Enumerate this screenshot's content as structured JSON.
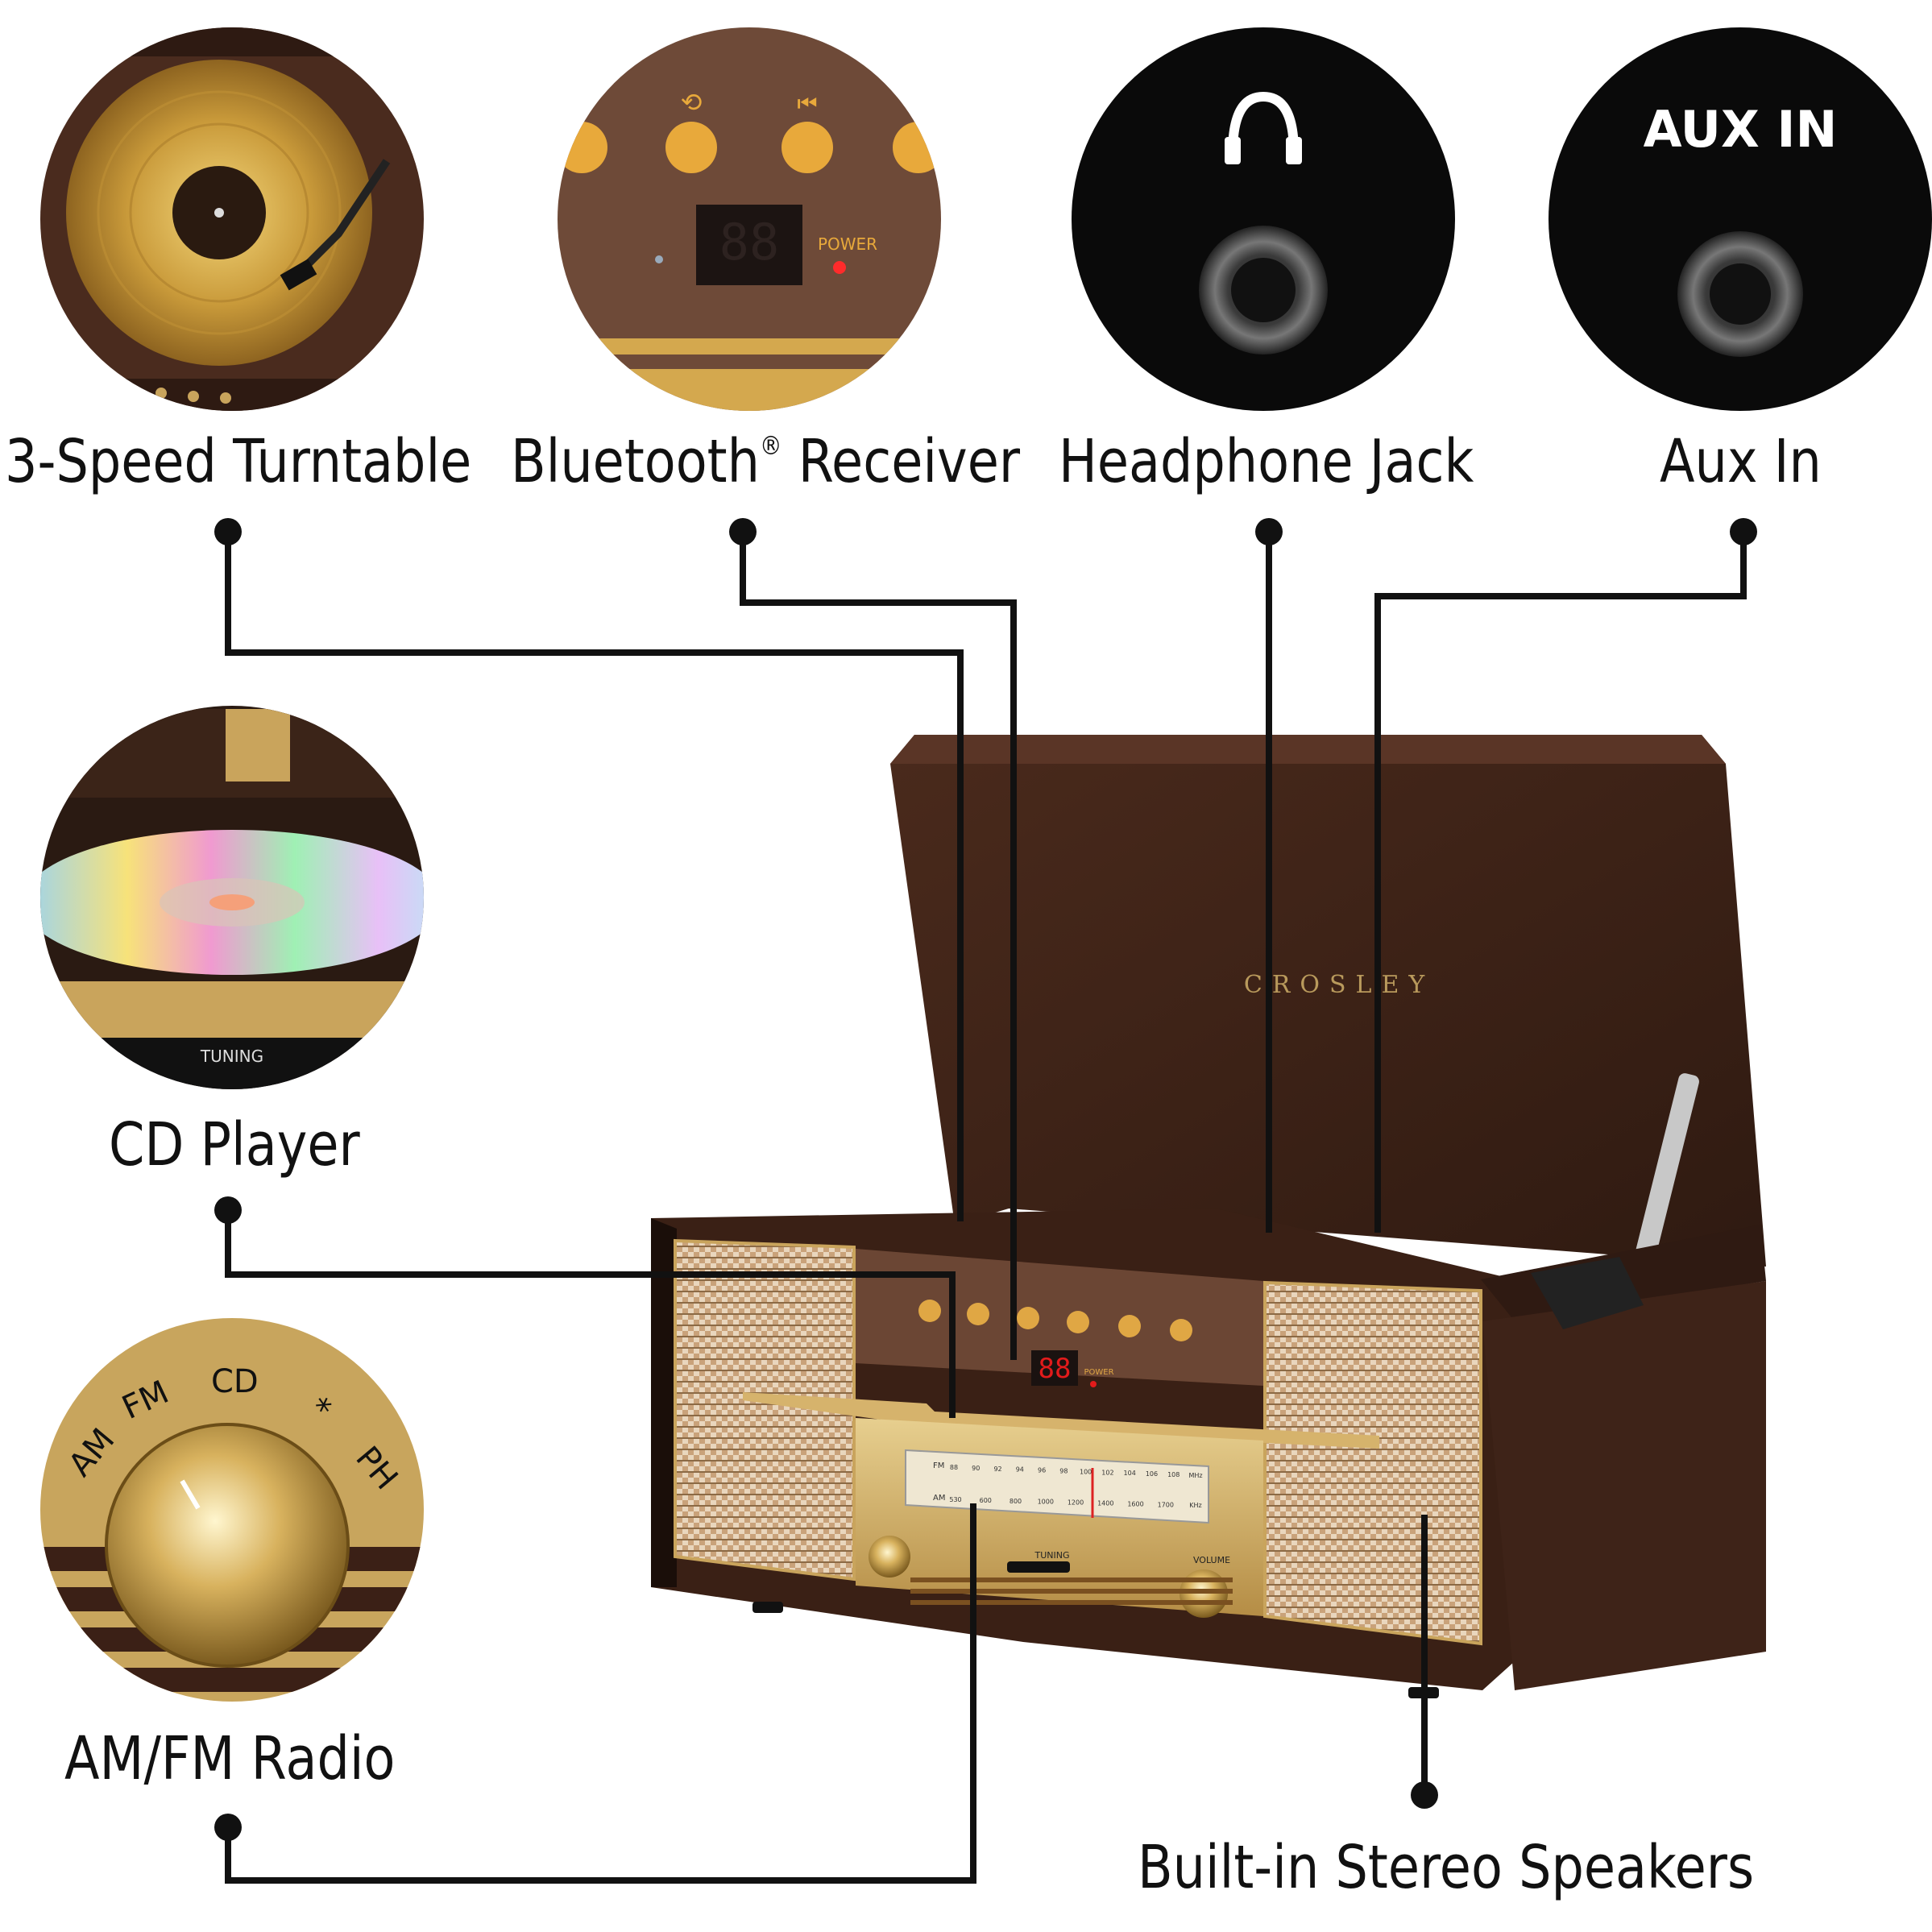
{
  "features": {
    "turntable": "3-Speed Turntable",
    "bluetooth": "Bluetooth",
    "bluetooth_mark": "®",
    "bluetooth_suffix": " Receiver",
    "headphone": "Headphone Jack",
    "aux": "Aux In",
    "cd": "CD Player",
    "radio": "AM/FM Radio",
    "speakers": "Built-in Stereo Speakers"
  },
  "product": {
    "brand": "CROSLEY",
    "display": "88",
    "power_label": "POWER",
    "tuning_label": "TUNING",
    "volume_label": "VOLUME",
    "fm_scale_label": "FM",
    "am_scale_label": "AM",
    "fm_scale": [
      "88",
      "90",
      "92",
      "94",
      "96",
      "98",
      "100",
      "102",
      "104",
      "106",
      "108",
      "MHz"
    ],
    "am_scale": [
      "530",
      "600",
      "800",
      "1000",
      "1200",
      "1400",
      "1600",
      "1700",
      "KHz"
    ]
  },
  "detail_circles": {
    "aux_text": "AUX IN",
    "power_text": "POWER",
    "tuning_text": "TUNING",
    "selector_labels": [
      "AM",
      "FM",
      "CD",
      "*",
      "PH"
    ]
  },
  "colors": {
    "wood": "#3b2016",
    "gold": "#c9a45c",
    "leader": "#111111",
    "led": "#e21b1b"
  }
}
